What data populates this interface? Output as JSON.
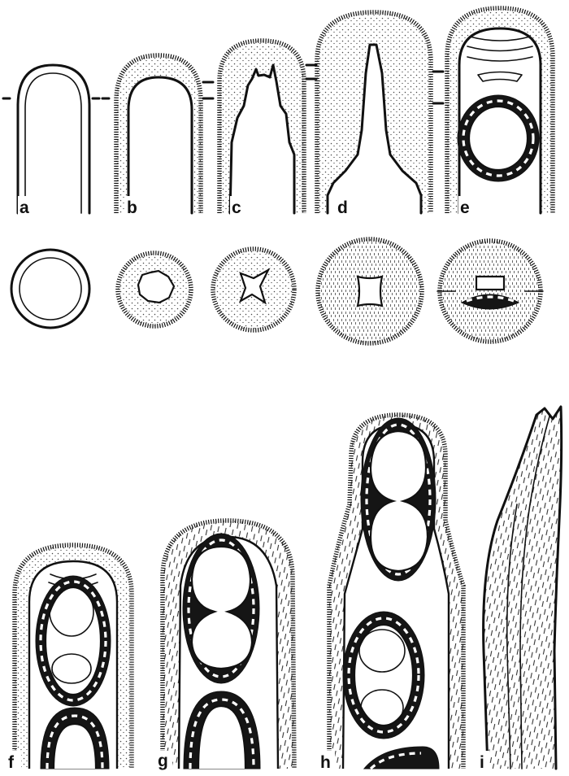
{
  "panels": {
    "a": {
      "label": "a"
    },
    "b": {
      "label": "b"
    },
    "c": {
      "label": "c"
    },
    "d": {
      "label": "d"
    },
    "e": {
      "label": "e"
    },
    "f": {
      "label": "f"
    },
    "g": {
      "label": "g"
    },
    "h": {
      "label": "h"
    },
    "i": {
      "label": "i"
    }
  }
}
